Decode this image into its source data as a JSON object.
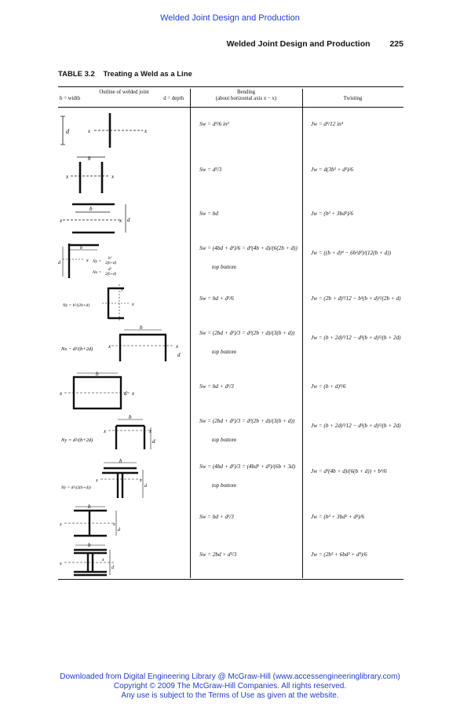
{
  "banner": "Welded Joint Design and Production",
  "running_head": {
    "title": "Welded Joint Design and Production",
    "page": "225"
  },
  "table": {
    "number": "TABLE 3.2",
    "title": "Treating a Weld as a Line",
    "headers": {
      "outline_line1": "Outline of welded joint",
      "outline_b": "b = width",
      "outline_d": "d = depth",
      "bending_line1": "Bending",
      "bending_line2": "(about horizontal axis x − x)",
      "twisting": "Twisting"
    },
    "rows": [
      {
        "bending": "Sw = d²/6   in²",
        "twisting": "Jw = d³/12   in³"
      },
      {
        "bending": "Sw = d²/3",
        "twisting": "Jw = d(3b² + d²)/6"
      },
      {
        "bending": "Sw = bd",
        "twisting": "Jw = (b³ + 3bd²)/6"
      },
      {
        "bending": "Sw = (4bd + d²)/6 = d²(4b + d)/(6(2b + d))",
        "bending_notes": "top   bottom",
        "twisting": "Jw = ((b + d)⁴ − 6b²d²)/(12(b + d))"
      },
      {
        "bending": "Sw = bd + d²/6",
        "twisting": "Jw = (2b + d)³/12 − b²(b + d)²/(2b + d)"
      },
      {
        "bending": "Sw = (2bd + d²)/3 = d²(2b + d)/(3(b + d))",
        "bending_notes": "top   bottom",
        "twisting": "Jw = (b + 2d)³/12 − d²(b + d)²/(b + 2d)"
      },
      {
        "bending": "Sw = bd + d²/3",
        "twisting": "Jw = (b + d)³/6"
      },
      {
        "bending": "Sw = (2bd + d²)/3 = d²(2b + d)/(3(b + d))",
        "bending_notes": "top   bottom",
        "twisting": "Jw = (b + 2d)³/12 − d²(b + d)²/(b + 2d)"
      },
      {
        "bending": "Sw = (4bd + d²)/3 = (4bd² + d³)/(6b + 3d)",
        "bending_notes": "top   bottom",
        "twisting": "Jw = d³(4b + d)/(6(b + d)) + b³/6"
      },
      {
        "bending": "Sw = bd + d²/3",
        "twisting": "Jw = (b³ + 3bd² + d³)/6"
      },
      {
        "bending": "Sw = 2bd + d²/3",
        "twisting": "Jw = (2b³ + 6bd² + d³)/6"
      }
    ],
    "figure_labels": {
      "d": "d",
      "b": "b",
      "x": "x",
      "ny4_num": "b²",
      "ny4_den": "2(b+d)",
      "nx4_num": "d²",
      "nx4_den": "2(b+d)",
      "ny5": "Ny = b²/(2b+d)",
      "nx6": "Nx − d²/(b+2d)",
      "ny8": "Ny = d²/(b+2d)",
      "ny9": "Ny = d²/(2(b+d))"
    }
  },
  "footer": {
    "line1": "Downloaded from Digital Engineering Library @ McGraw-Hill (www.accessengineeringlibrary.com)",
    "line2": "Copyright © 2009 The McGraw-Hill Companies. All rights reserved.",
    "line3": "Any use is subject to the Terms of Use as given at the website."
  }
}
